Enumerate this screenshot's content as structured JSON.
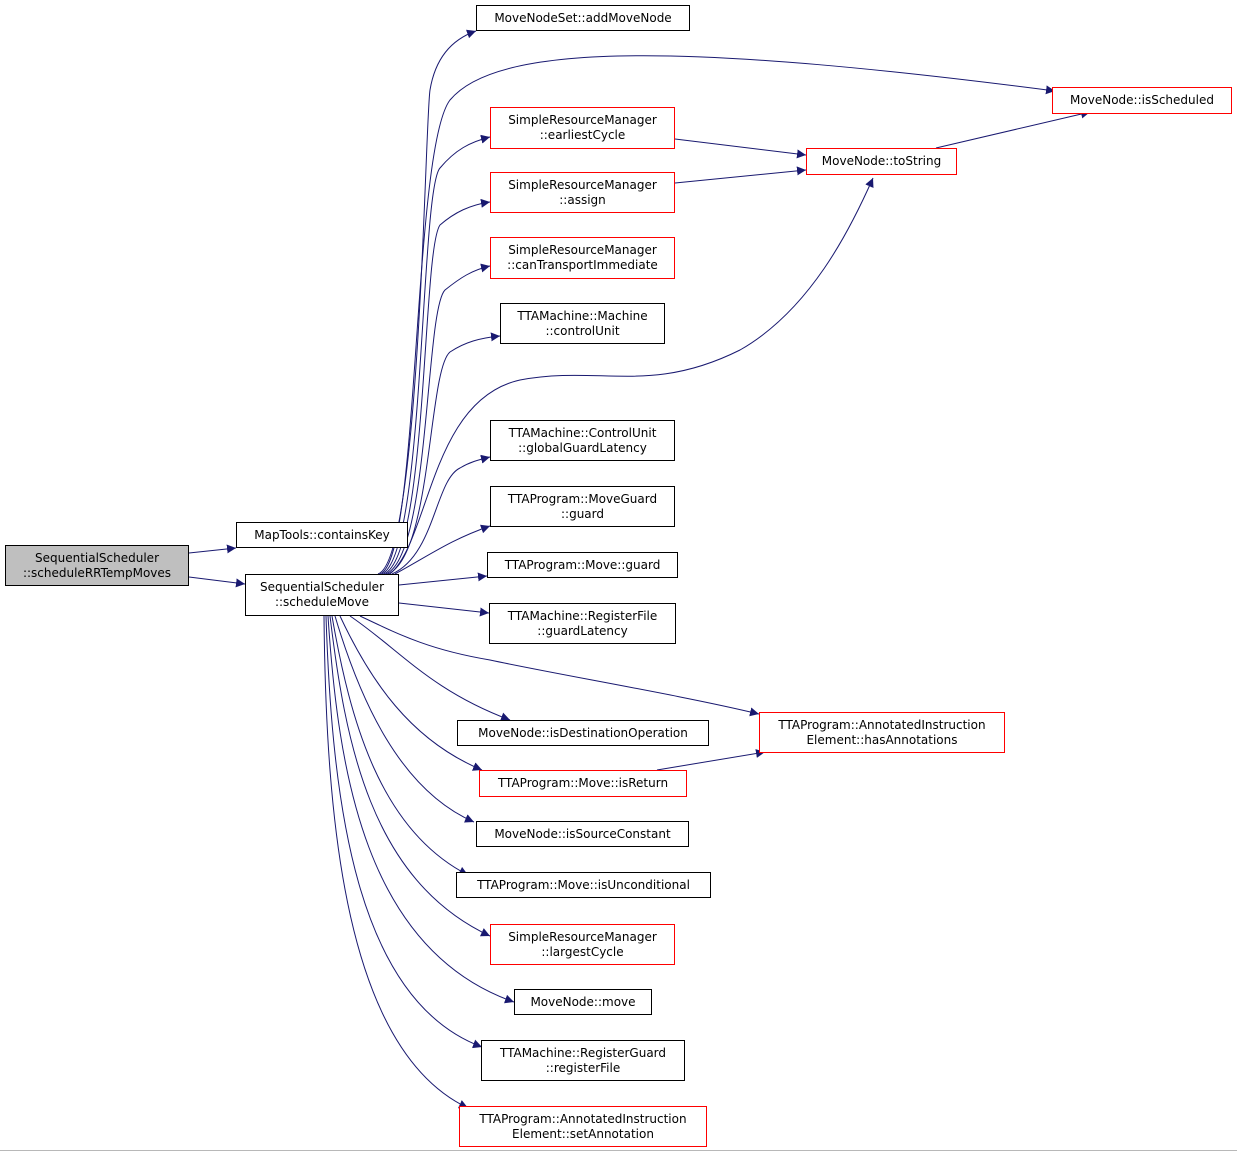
{
  "colors": {
    "edge": "#191970",
    "node_border": "#000000",
    "node_border_incomplete": "#ff0000",
    "root_fill": "#bfbfbf"
  },
  "nodes": {
    "root": {
      "lines": [
        "SequentialScheduler",
        "::scheduleRRTempMoves"
      ]
    },
    "containsKey": {
      "lines": [
        "MapTools::containsKey"
      ]
    },
    "scheduleMove": {
      "lines": [
        "SequentialScheduler",
        "::scheduleMove"
      ]
    },
    "addMoveNode": {
      "lines": [
        "MoveNodeSet::addMoveNode"
      ]
    },
    "isScheduled": {
      "lines": [
        "MoveNode::isScheduled"
      ]
    },
    "earliestCycle": {
      "lines": [
        "SimpleResourceManager",
        "::earliestCycle"
      ]
    },
    "toString": {
      "lines": [
        "MoveNode::toString"
      ]
    },
    "assign": {
      "lines": [
        "SimpleResourceManager",
        "::assign"
      ]
    },
    "canTransportImmediate": {
      "lines": [
        "SimpleResourceManager",
        "::canTransportImmediate"
      ]
    },
    "controlUnit": {
      "lines": [
        "TTAMachine::Machine",
        "::controlUnit"
      ]
    },
    "globalGuardLatency": {
      "lines": [
        "TTAMachine::ControlUnit",
        "::globalGuardLatency"
      ]
    },
    "moveGuardGuard": {
      "lines": [
        "TTAProgram::MoveGuard",
        "::guard"
      ]
    },
    "moveGuard": {
      "lines": [
        "TTAProgram::Move::guard"
      ]
    },
    "guardLatency": {
      "lines": [
        "TTAMachine::RegisterFile",
        "::guardLatency"
      ]
    },
    "hasAnnotations": {
      "lines": [
        "TTAProgram::AnnotatedInstruction",
        "Element::hasAnnotations"
      ]
    },
    "isDestinationOperation": {
      "lines": [
        "MoveNode::isDestinationOperation"
      ]
    },
    "isReturn": {
      "lines": [
        "TTAProgram::Move::isReturn"
      ]
    },
    "isSourceConstant": {
      "lines": [
        "MoveNode::isSourceConstant"
      ]
    },
    "isUnconditional": {
      "lines": [
        "TTAProgram::Move::isUnconditional"
      ]
    },
    "largestCycle": {
      "lines": [
        "SimpleResourceManager",
        "::largestCycle"
      ]
    },
    "move": {
      "lines": [
        "MoveNode::move"
      ]
    },
    "registerFile": {
      "lines": [
        "TTAMachine::RegisterGuard",
        "::registerFile"
      ]
    },
    "setAnnotation": {
      "lines": [
        "TTAProgram::AnnotatedInstruction",
        "Element::setAnnotation"
      ]
    }
  }
}
